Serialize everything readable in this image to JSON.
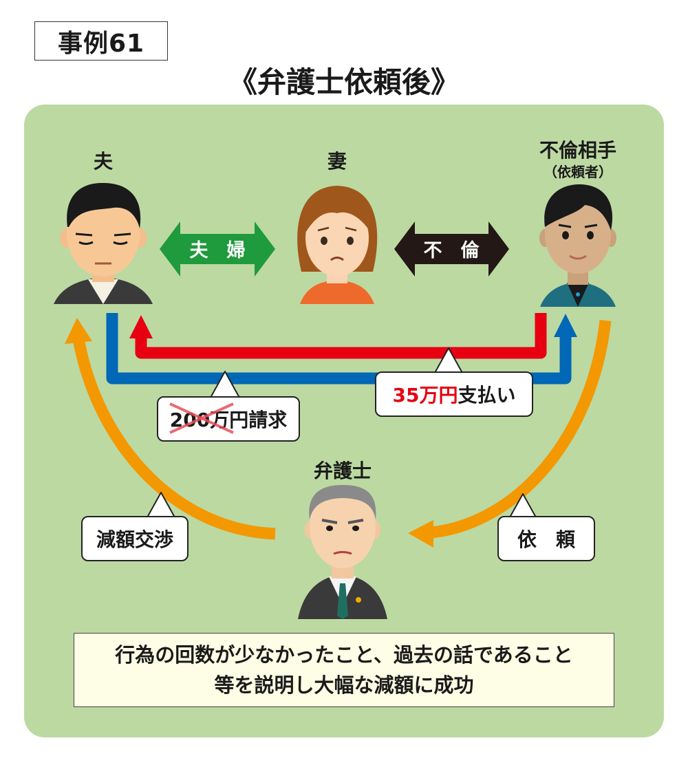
{
  "case_label": "事例61",
  "title": "《弁護士依頼後》",
  "people": {
    "husband": "夫",
    "wife": "妻",
    "affair_partner": "不倫相手",
    "affair_partner_note": "（依頼者）",
    "lawyer": "弁護士"
  },
  "relations": {
    "married": "夫　婦",
    "affair": "不　倫"
  },
  "callouts": {
    "claim_amount": "200万円",
    "claim_suffix": "請求",
    "paid_amount": "35万円",
    "paid_suffix": "支払い",
    "negotiation": "減額交渉",
    "request": "依　頼"
  },
  "conclusion": {
    "line1": "行為の回数が少なかったこと、過去の話であること",
    "line2": "等を説明し大幅な減額に成功"
  },
  "colors": {
    "panel": "#bcd9a2",
    "married_arrow": "#1f9a3c",
    "affair_arrow": "#231815",
    "payment_arrow": "#e60012",
    "claim_arrow": "#0068b7",
    "lawyer_arrow": "#f39800"
  }
}
